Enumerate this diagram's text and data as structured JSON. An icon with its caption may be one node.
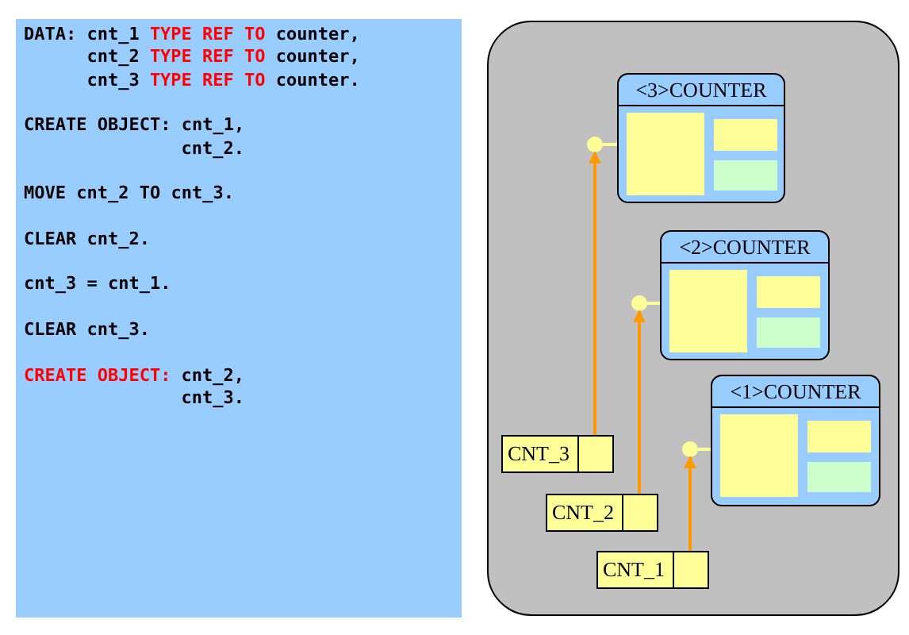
{
  "diagram": {
    "nodes": [
      {
        "text": [],
        "shape": "box"
      },
      {
        "text": [
          "<3>COUNTER"
        ],
        "in": 0
      },
      {
        "text": [],
        "shape": "circle",
        "in": 0
      },
      {
        "text": [
          "<2>COUNTER"
        ],
        "in": 0
      },
      {
        "text": [],
        "shape": "circle",
        "in": 0
      },
      {
        "text": [
          "<1>COUNTER"
        ],
        "in": 0
      },
      {
        "text": [],
        "shape": "circle",
        "in": 0
      },
      {
        "text": [
          "CNT_3"
        ],
        "in": 0
      },
      {
        "text": [
          "CNT_2"
        ],
        "in": 0
      },
      {
        "text": [
          "CNT_1"
        ],
        "in": 0
      }
    ],
    "edges": [
      {
        "from": 7,
        "to": 2,
        "arrow": "to",
        "color": "#ff9900"
      },
      {
        "from": 2,
        "to": 1,
        "arrow": "none",
        "color": "#ffffa0"
      },
      {
        "from": 8,
        "to": 4,
        "arrow": "to",
        "color": "#ff9900"
      },
      {
        "from": 4,
        "to": 3,
        "arrow": "none",
        "color": "#ffffa0"
      },
      {
        "from": 9,
        "to": 6,
        "arrow": "to",
        "color": "#ff9900"
      },
      {
        "from": 6,
        "to": 5,
        "arrow": "none",
        "color": "#ffffa0"
      }
    ],
    "labels": [
      "DATA: cnt_1",
      "TYPE REF TO",
      "counter,",
      "cnt_2",
      "TYPE REF TO",
      "counter,",
      "cnt_3",
      "TYPE REF TO",
      "counter.",
      "CREATE OBJECT: cnt_1,",
      "cnt_2.",
      "MOVE cnt_2 TO cnt_3.",
      "CLEAR cnt_2.",
      "cnt_3 = cnt_1.",
      "CLEAR cnt_3.",
      "CREATE OBJECT:",
      "cnt_2,",
      "cnt_3."
    ]
  }
}
